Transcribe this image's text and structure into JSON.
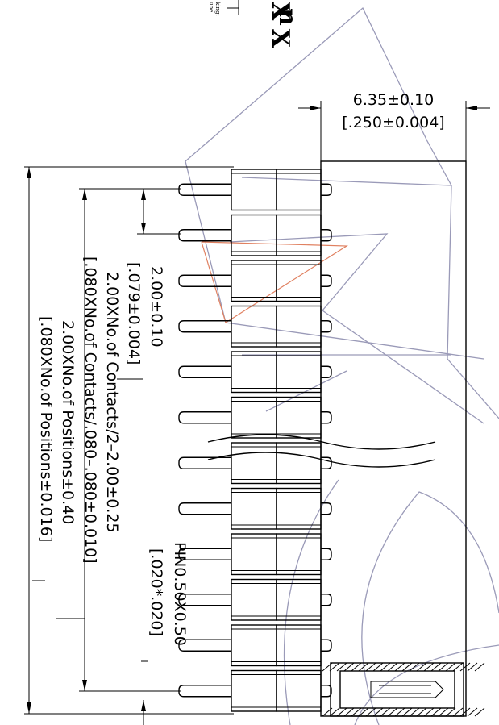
{
  "drawing": {
    "width_dim": "6.35±0.10",
    "width_dim_inch": "[.250±0.004]",
    "pitch_dim": "2.00±0.10",
    "pitch_dim_inch": "[.079±0.004]",
    "contacts_dim": "2.00XNo.of Contacts/2–2.00±0.25",
    "contacts_dim_inch": "[.080XNo.of Contacts/.080–.080±0.010]",
    "positions_dim": "2.00XNo.of Positions±0.40",
    "positions_dim_inch": "[.080XNo.of Positions±0.016]",
    "pin_dim": "PIN0.50X0.50",
    "pin_dim_inch": "[.020*.020]",
    "partno_fragment": "X X",
    "partno_letter": "n",
    "note_fragment_1": "king:",
    "note_fragment_2": "ube",
    "contact_count": 12
  }
}
